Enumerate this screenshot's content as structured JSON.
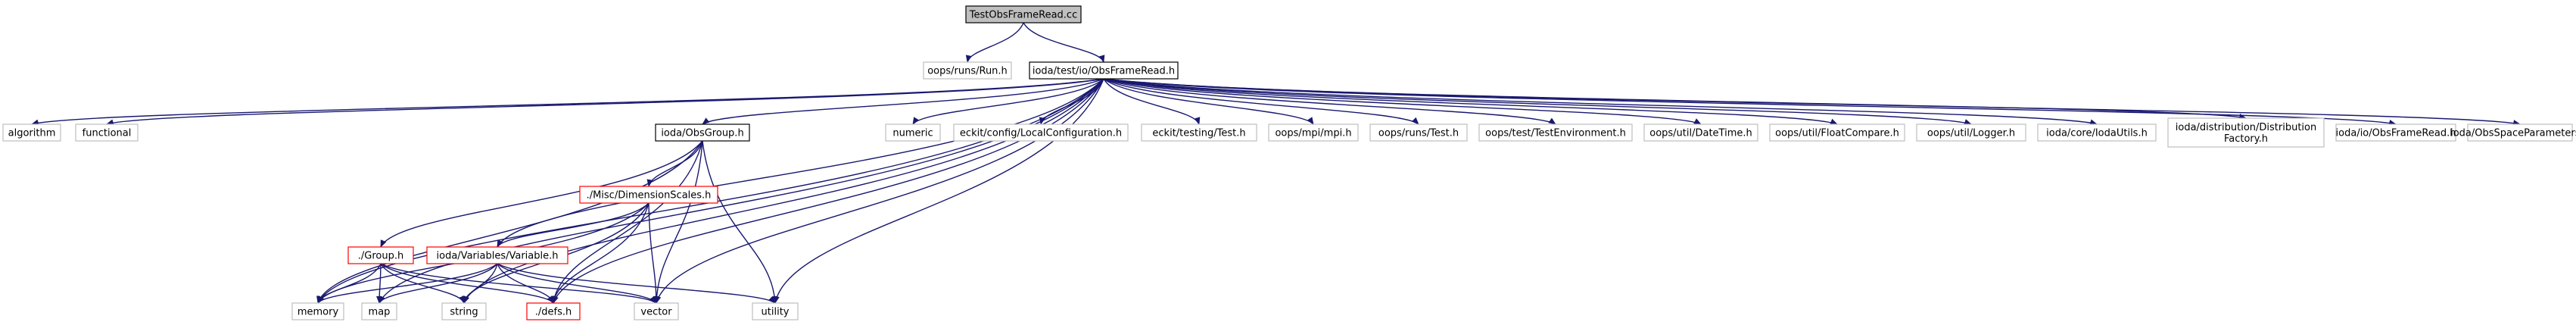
{
  "colors": {
    "edge": "#191970",
    "root_fill": "#bfbfbf",
    "root_border": "#000000",
    "node_border": "#bfbfbf",
    "linked_border": "#000000",
    "missing_border": "#ff0000",
    "fill": "#ffffff"
  },
  "nodes": {
    "root": {
      "label": "TestObsFrameRead.cc",
      "kind": "root"
    },
    "run": {
      "label": "oops/runs/Run.h",
      "kind": "plain"
    },
    "ofr": {
      "label": "ioda/test/io/ObsFrameRead.h",
      "kind": "linked"
    },
    "algorithm": {
      "label": "algorithm",
      "kind": "plain"
    },
    "functional": {
      "label": "functional",
      "kind": "plain"
    },
    "obsgroup": {
      "label": "ioda/ObsGroup.h",
      "kind": "linked"
    },
    "numeric": {
      "label": "numeric",
      "kind": "plain"
    },
    "localconf": {
      "label": "eckit/config/LocalConfiguration.h",
      "kind": "plain"
    },
    "testh": {
      "label": "eckit/testing/Test.h",
      "kind": "plain"
    },
    "mpi": {
      "label": "oops/mpi/mpi.h",
      "kind": "plain"
    },
    "runstest": {
      "label": "oops/runs/Test.h",
      "kind": "plain"
    },
    "testenv": {
      "label": "oops/test/TestEnvironment.h",
      "kind": "plain"
    },
    "datetime": {
      "label": "oops/util/DateTime.h",
      "kind": "plain"
    },
    "floatcmp": {
      "label": "oops/util/FloatCompare.h",
      "kind": "plain"
    },
    "logger": {
      "label": "oops/util/Logger.h",
      "kind": "plain"
    },
    "iodautils": {
      "label": "ioda/core/IodaUtils.h",
      "kind": "plain"
    },
    "distfac": {
      "label": [
        "ioda/distribution/Distribution",
        "Factory.h"
      ],
      "kind": "plain"
    },
    "ioofr": {
      "label": "ioda/io/ObsFrameRead.h",
      "kind": "plain"
    },
    "osp": {
      "label": "ioda/ObsSpaceParameters.h",
      "kind": "plain"
    },
    "dimscales": {
      "label": "./Misc/DimensionScales.h",
      "kind": "missing"
    },
    "grouph": {
      "label": "./Group.h",
      "kind": "missing"
    },
    "variable": {
      "label": "ioda/Variables/Variable.h",
      "kind": "missing"
    },
    "memory": {
      "label": "memory",
      "kind": "plain"
    },
    "map": {
      "label": "map",
      "kind": "plain"
    },
    "string": {
      "label": "string",
      "kind": "plain"
    },
    "defs": {
      "label": "./defs.h",
      "kind": "missing"
    },
    "vector": {
      "label": "vector",
      "kind": "plain"
    },
    "utility": {
      "label": "utility",
      "kind": "plain"
    }
  },
  "edges": [
    [
      "root",
      "run"
    ],
    [
      "root",
      "ofr"
    ],
    [
      "ofr",
      "algorithm"
    ],
    [
      "ofr",
      "functional"
    ],
    [
      "ofr",
      "obsgroup"
    ],
    [
      "ofr",
      "numeric"
    ],
    [
      "ofr",
      "localconf"
    ],
    [
      "ofr",
      "testh"
    ],
    [
      "ofr",
      "mpi"
    ],
    [
      "ofr",
      "runstest"
    ],
    [
      "ofr",
      "testenv"
    ],
    [
      "ofr",
      "datetime"
    ],
    [
      "ofr",
      "floatcmp"
    ],
    [
      "ofr",
      "logger"
    ],
    [
      "ofr",
      "iodautils"
    ],
    [
      "ofr",
      "distfac"
    ],
    [
      "ofr",
      "ioofr"
    ],
    [
      "ofr",
      "osp"
    ],
    [
      "ofr",
      "memory"
    ],
    [
      "ofr",
      "map"
    ],
    [
      "ofr",
      "string"
    ],
    [
      "ofr",
      "defs"
    ],
    [
      "ofr",
      "vector"
    ],
    [
      "ofr",
      "utility"
    ],
    [
      "ofr",
      "variable"
    ],
    [
      "obsgroup",
      "dimscales"
    ],
    [
      "obsgroup",
      "grouph"
    ],
    [
      "obsgroup",
      "memory"
    ],
    [
      "obsgroup",
      "defs"
    ],
    [
      "obsgroup",
      "vector"
    ],
    [
      "obsgroup",
      "utility"
    ],
    [
      "dimscales",
      "variable"
    ],
    [
      "dimscales",
      "memory"
    ],
    [
      "dimscales",
      "string"
    ],
    [
      "dimscales",
      "defs"
    ],
    [
      "dimscales",
      "vector"
    ],
    [
      "grouph",
      "memory"
    ],
    [
      "grouph",
      "map"
    ],
    [
      "grouph",
      "string"
    ],
    [
      "grouph",
      "defs"
    ],
    [
      "grouph",
      "vector"
    ],
    [
      "variable",
      "memory"
    ],
    [
      "variable",
      "map"
    ],
    [
      "variable",
      "string"
    ],
    [
      "variable",
      "defs"
    ],
    [
      "variable",
      "vector"
    ],
    [
      "variable",
      "utility"
    ]
  ]
}
